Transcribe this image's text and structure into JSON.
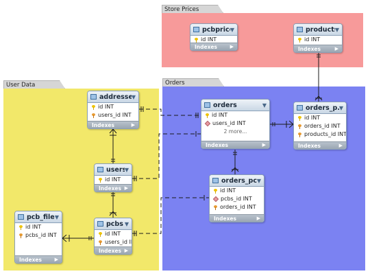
{
  "groups": {
    "store_prices": {
      "label": "Store Prices",
      "color": "#f79a9a"
    },
    "user_data": {
      "label": "User Data",
      "color": "#f2e86a"
    },
    "orders": {
      "label": "Orders",
      "color": "#7b82f2"
    }
  },
  "indexes_label": "Indexes",
  "tables": {
    "pcbprices": {
      "name": "pcbprices",
      "columns": [
        "id INT"
      ]
    },
    "products": {
      "name": "products",
      "columns": [
        "id INT"
      ]
    },
    "addresses": {
      "name": "addresses",
      "columns": [
        "id INT",
        "users_id INT"
      ]
    },
    "users": {
      "name": "users",
      "columns": [
        "id INT"
      ]
    },
    "pcb_files": {
      "name": "pcb_files",
      "columns": [
        "id INT",
        "pcbs_id INT"
      ]
    },
    "pcbs": {
      "name": "pcbs",
      "columns": [
        "id INT",
        "users_id INT"
      ]
    },
    "orders": {
      "name": "orders",
      "columns": [
        "id INT",
        "users_id INT"
      ],
      "more": "2 more..."
    },
    "orders_p": {
      "name": "orders_p...",
      "columns": [
        "id INT",
        "orders_id INT",
        "products_id INT"
      ]
    },
    "orders_pcbs": {
      "name": "orders_pcbs",
      "columns": [
        "id INT",
        "pcbs_id INT",
        "orders_id INT"
      ]
    }
  }
}
